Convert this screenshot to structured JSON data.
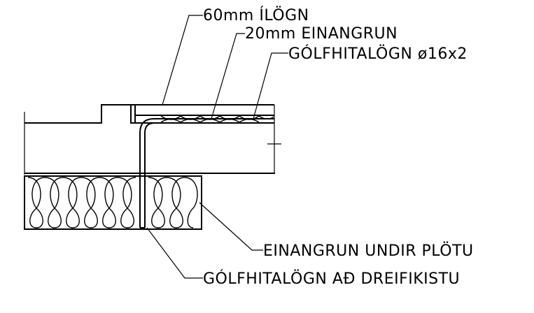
{
  "labels": {
    "screed": "60mm ÍLÖGN",
    "insulation_top": "20mm EINANGRUN",
    "pipe": "GÓLFHITALÖGN ø16x2",
    "insulation_under_slab": "EINANGRUN UNDIR PLÖTU",
    "pipe_to_manifold": "GÓLFHITALÖGN AÐ DREIFIKISTU"
  },
  "colors": {
    "line": "#000000",
    "background": "#ffffff"
  }
}
